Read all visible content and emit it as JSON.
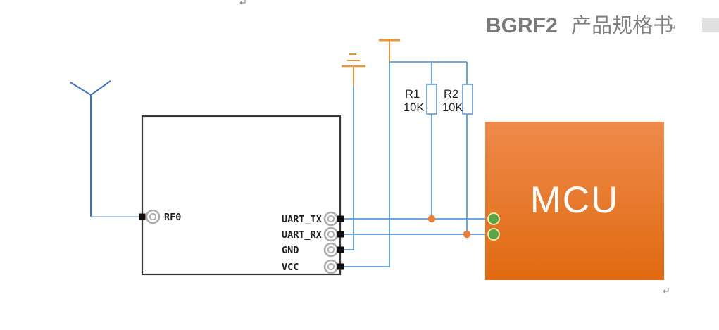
{
  "document": {
    "title": {
      "product": "BGRF2",
      "doc_type": "产品规格书"
    },
    "formatting_marks": {
      "return_mark": "↵"
    }
  },
  "schematic": {
    "module": {
      "pins": {
        "rf0": "RF0",
        "uart_tx": "UART_TX",
        "uart_rx": "UART_RX",
        "gnd": "GND",
        "vcc": "VCC"
      }
    },
    "resistors": [
      {
        "name": "R1",
        "value": "10K"
      },
      {
        "name": "R2",
        "value": "10K"
      }
    ],
    "mcu": {
      "label": "MCU"
    },
    "colors": {
      "wire_blue": "#5B9BD5",
      "antenna_blue": "#3D72BE",
      "rf_lead_blue": "#A9CBE8",
      "symbol_orange": "#E8953C",
      "junction_orange": "#ED7D31",
      "mcu_gradient_top": "#EE8A4A",
      "mcu_gradient_bottom": "#E06A10",
      "mcu_pin_green": "#5CA544",
      "mcu_pin_ring": "#EDF2BC",
      "module_border": "#373737",
      "pin_ring_gray": "#ACACAC",
      "title_gray": "#7A7A7A"
    }
  }
}
